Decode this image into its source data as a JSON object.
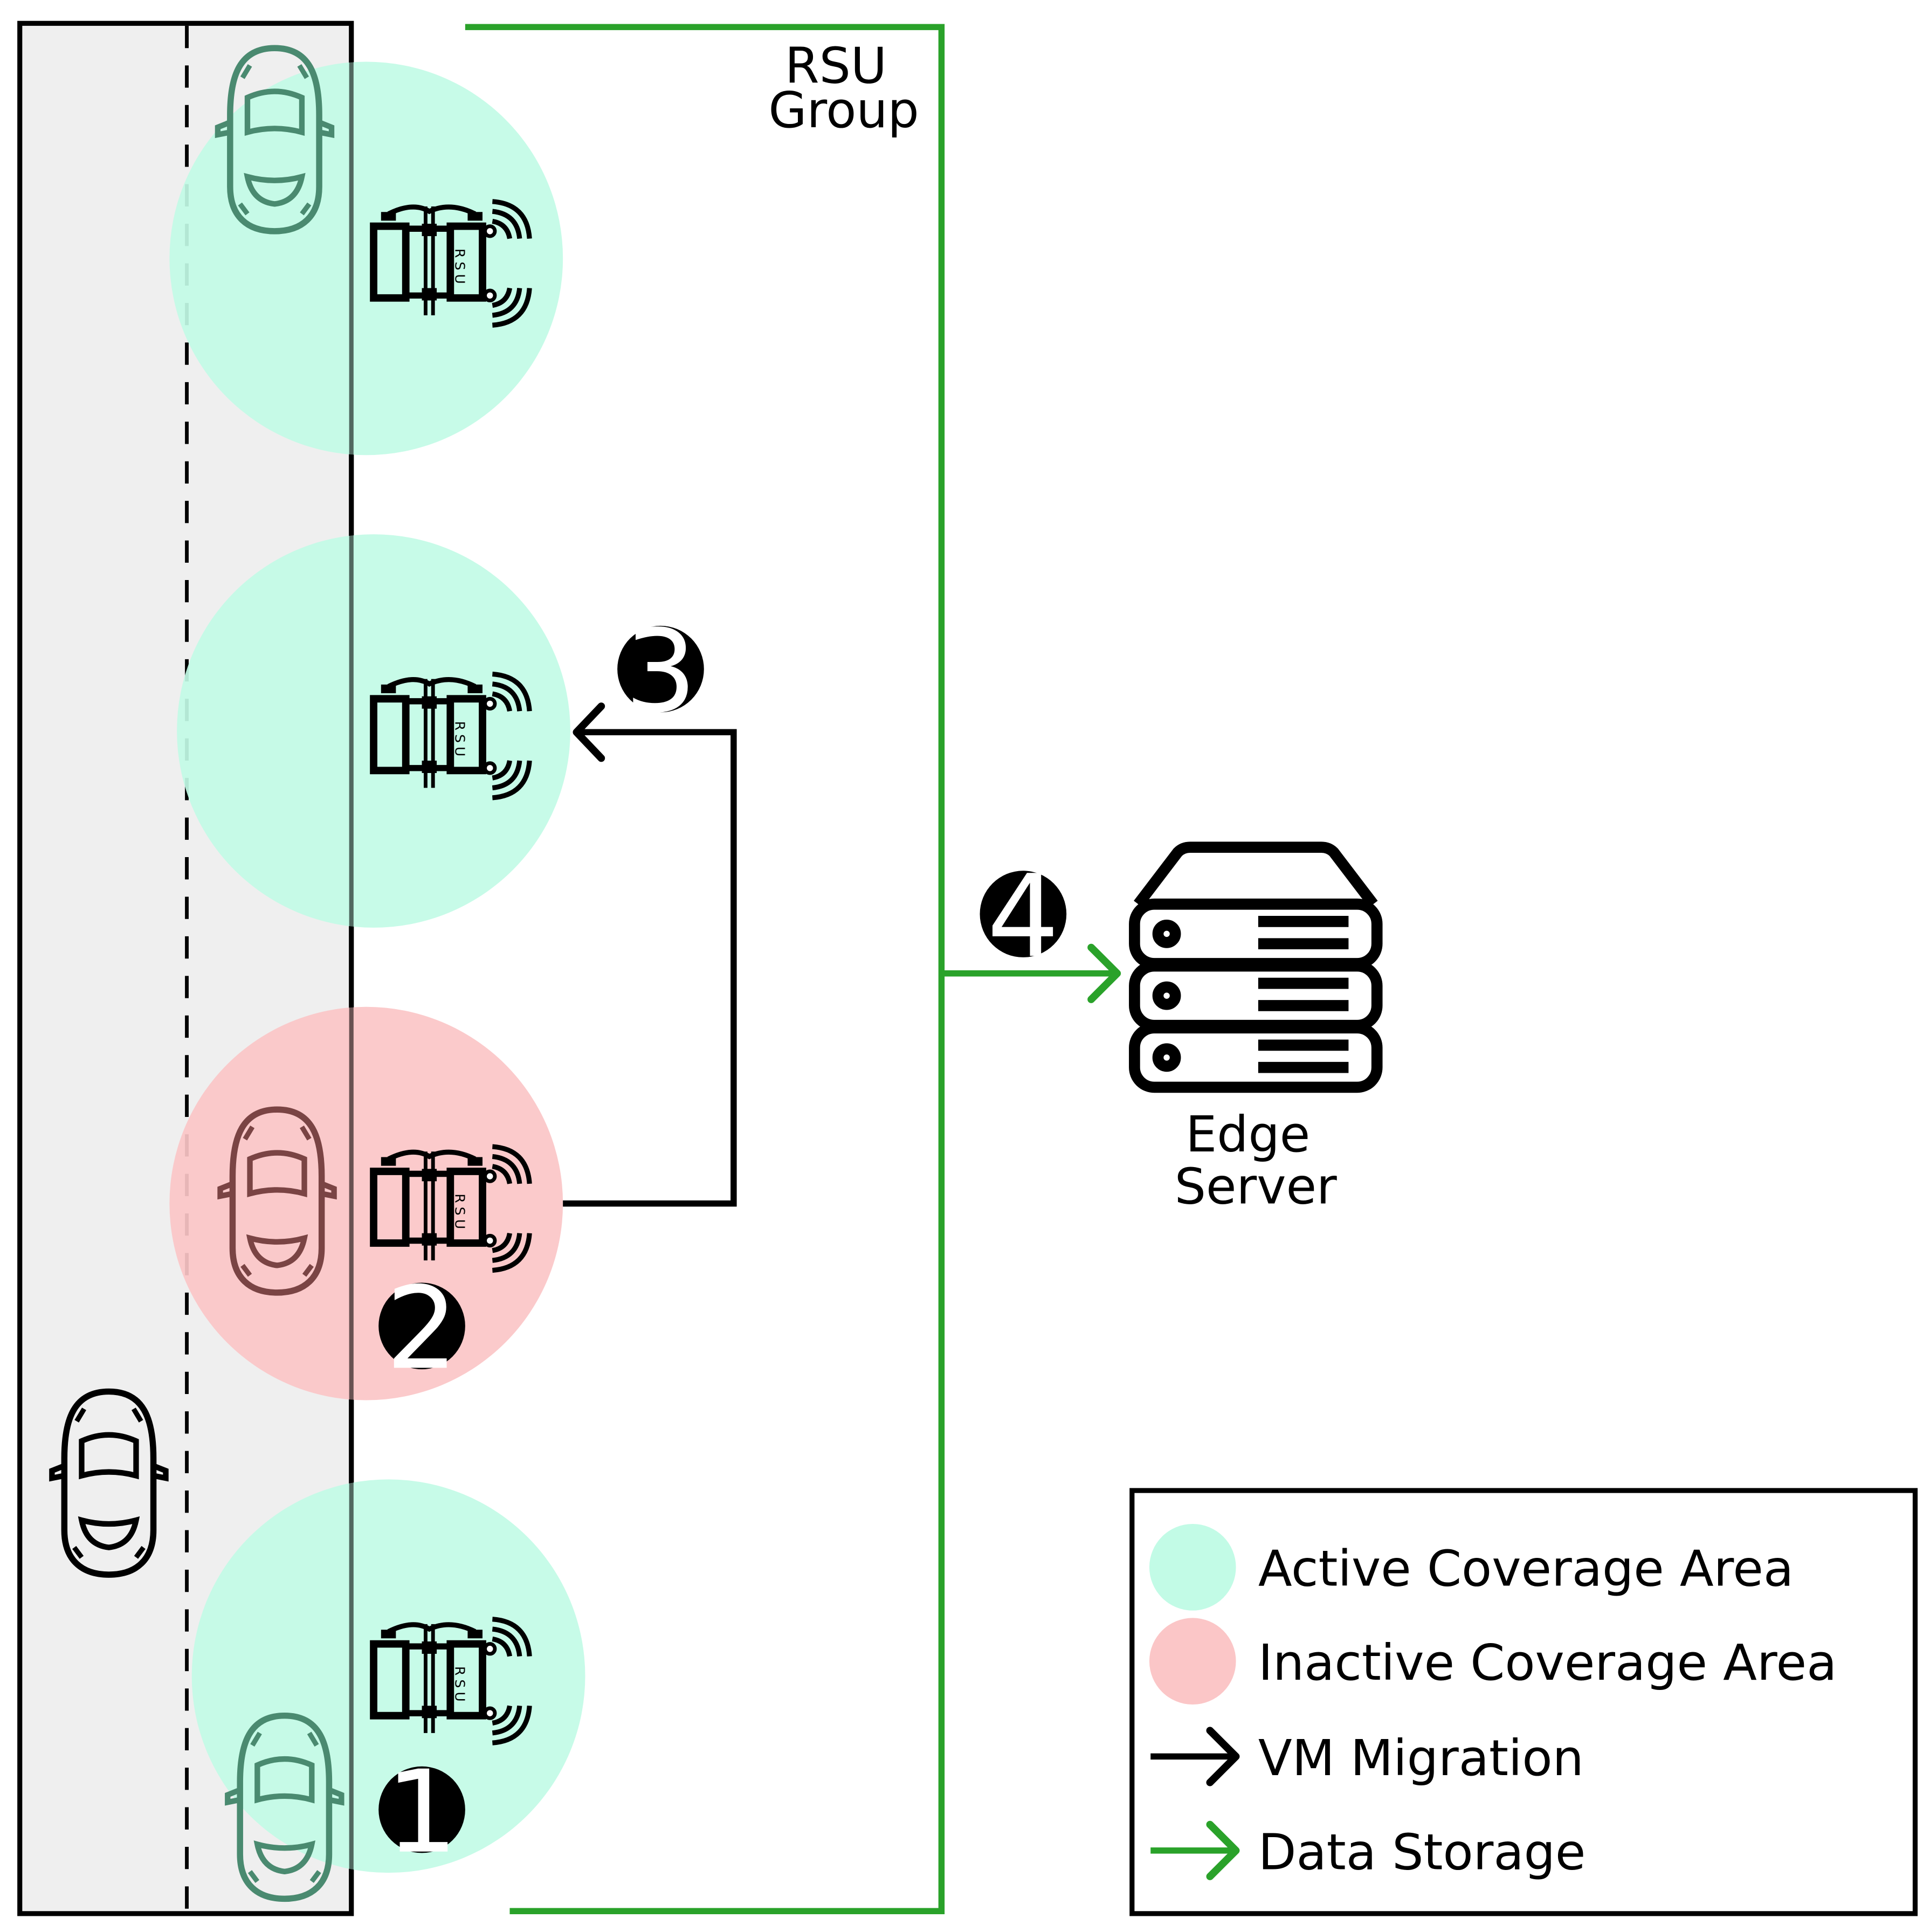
{
  "group_label": [
    "RSU",
    "Group"
  ],
  "server_label": [
    "Edge",
    "Server"
  ],
  "rsu_text": "RSU",
  "steps": [
    "1",
    "2",
    "3",
    "4"
  ],
  "legend": {
    "items": [
      {
        "label": "Active Coverage Area",
        "symbol": "circle",
        "color": "#c2fbe6"
      },
      {
        "label": "Inactive Coverage Area",
        "symbol": "circle",
        "color": "#fbc6c7"
      },
      {
        "label": "VM Migration",
        "symbol": "arrow",
        "color": "#000000"
      },
      {
        "label": "Data Storage",
        "symbol": "arrow",
        "color": "#2aa22a"
      }
    ]
  },
  "colors": {
    "active": "#c2fbe6",
    "inactive": "#fbc6c7",
    "road": "#efefef",
    "group_line": "#2aa22a",
    "car_active": "#4a8a70",
    "car_inactive": "#8a4a4a"
  },
  "icons": [
    "car-icon",
    "rsu-icon",
    "server-icon",
    "arrow-icon"
  ]
}
